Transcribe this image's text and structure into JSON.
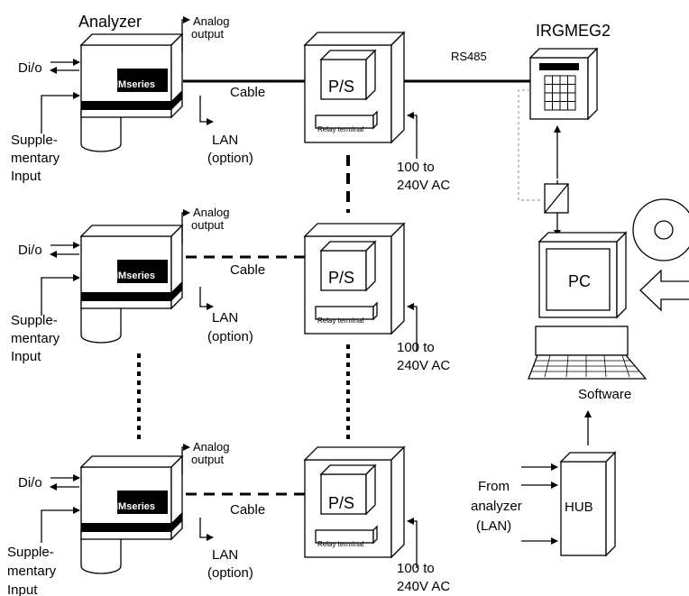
{
  "labels": {
    "analyzer": "Analyzer",
    "analog_output_line1": "Analog",
    "analog_output_line2": "output",
    "dio": "Di/o",
    "imseries": "IMseries",
    "cable": "Cable",
    "lan_line1": "LAN",
    "lan_line2": "(option)",
    "supp_line1": "Supple-",
    "supp_line2": "mentary",
    "supp_line3": "Input",
    "ps": "P/S",
    "relay_terminal": "Relay terminal",
    "ac_line1": "100 to",
    "ac_line2": "240V AC",
    "rs485": "RS485",
    "irgmeg2": "IRGMEG2",
    "pc": "PC",
    "software": "Software",
    "hub": "HUB",
    "from_line1": "From",
    "from_line2": "analyzer",
    "from_line3": "(LAN)"
  }
}
